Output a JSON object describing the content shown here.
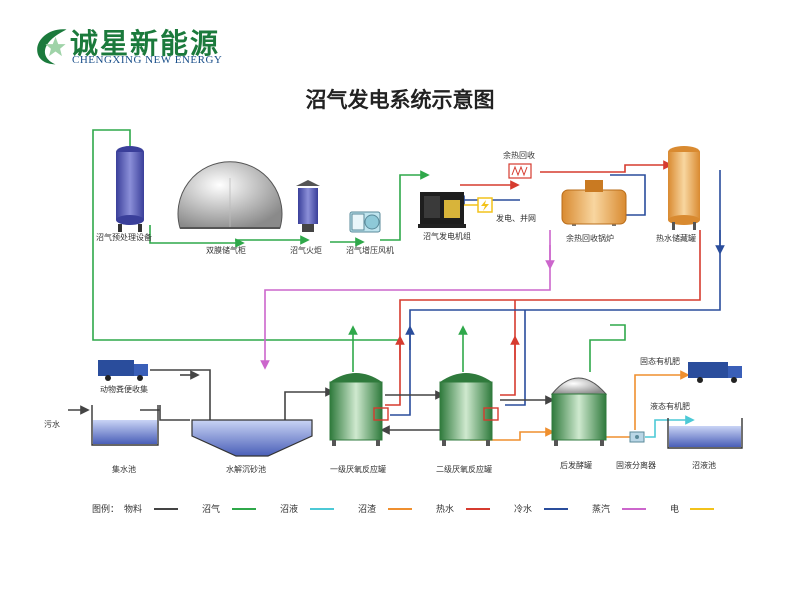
{
  "brand": {
    "name_cn": "诚星新能源",
    "name_en": "CHENGXING NEW ENERGY"
  },
  "title": "沼气发电系统示意图",
  "labels": {
    "pretreat": "沼气预处理设备",
    "holder": "双膜储气柜",
    "flare": "沼气火炬",
    "blower": "沼气增压风机",
    "genset": "沼气发电机组",
    "waste_heat": "余热回收",
    "power": "发电、并网",
    "boiler": "余热回收锅炉",
    "hot_tank": "热水储藏罐",
    "manure": "动物粪便收集",
    "sewage": "污水",
    "collect_pool": "集水池",
    "hydrolysis": "水解沉砂池",
    "reactor1": "一级厌氧反应罐",
    "reactor2": "二级厌氧反应罐",
    "post_ferm": "后发酵罐",
    "separator": "固液分离器",
    "slurry_pool": "沼液池",
    "solid_fert": "固态有机肥",
    "liquid_fert": "液态有机肥"
  },
  "legend": {
    "title": "图例：",
    "items": [
      {
        "label": "物料",
        "color": "#444444"
      },
      {
        "label": "沼气",
        "color": "#2fa84a"
      },
      {
        "label": "沼液",
        "color": "#4cc9d6"
      },
      {
        "label": "沼渣",
        "color": "#ef8f2f"
      },
      {
        "label": "热水",
        "color": "#d63b2f"
      },
      {
        "label": "冷水",
        "color": "#2a4d9c"
      },
      {
        "label": "蒸汽",
        "color": "#cc66cc"
      },
      {
        "label": "电",
        "color": "#f2c21b"
      }
    ]
  }
}
